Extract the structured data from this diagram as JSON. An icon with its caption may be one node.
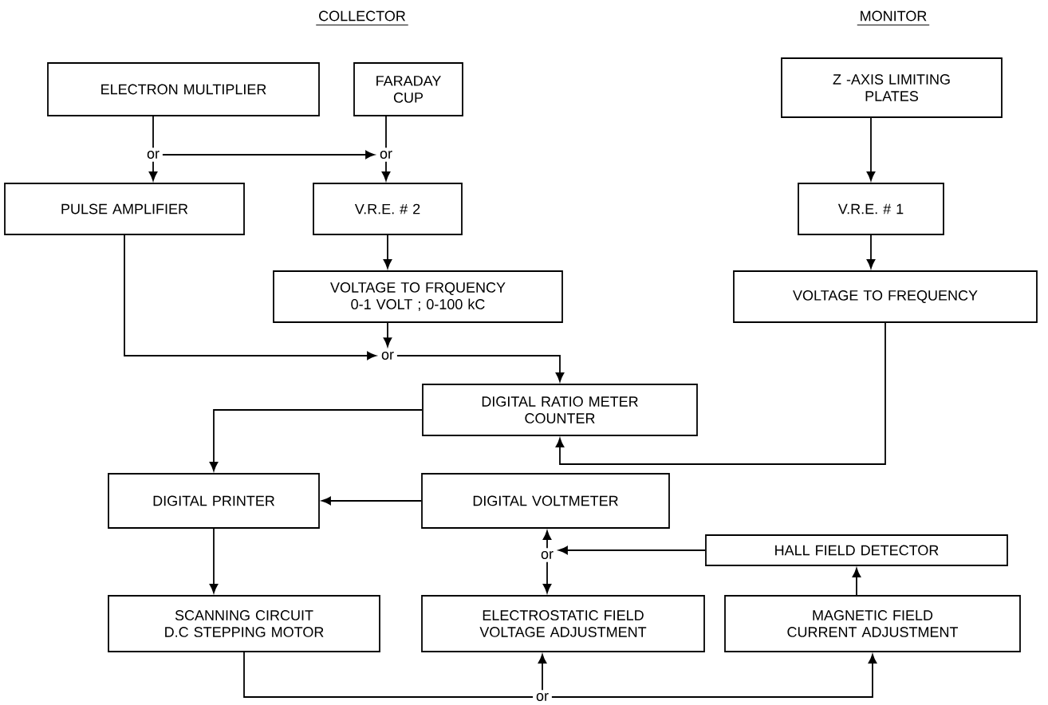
{
  "diagram": {
    "nodes": [
      {
        "text": [
          "ELECTRON MULTIPLIER"
        ]
      },
      {
        "text": [
          "FARADAY CUP"
        ]
      },
      {
        "text": [
          "Z -AXIS LIMITING PLATES"
        ]
      },
      {
        "text": [
          "or"
        ]
      },
      {
        "text": [
          "or"
        ]
      },
      {
        "text": [
          "PULSE AMPLIFIER"
        ]
      },
      {
        "text": [
          "V.R.E. # 2"
        ]
      },
      {
        "text": [
          "V.R.E. # 1"
        ]
      },
      {
        "text": [
          "VOLTAGE TO FRQUENCY",
          "0-1 VOLT ; 0-100 kC"
        ]
      },
      {
        "text": [
          "VOLTAGE TO FREQUENCY"
        ]
      },
      {
        "text": [
          "or"
        ]
      },
      {
        "text": [
          "DIGITAL RATIO METER",
          "COUNTER"
        ]
      },
      {
        "text": [
          "DIGITAL PRINTER"
        ]
      },
      {
        "text": [
          "DIGITAL VOLTMETER"
        ]
      },
      {
        "text": [
          "or"
        ]
      },
      {
        "text": [
          "HALL FIELD DETECTOR"
        ]
      },
      {
        "text": [
          "SCANNING CIRCUIT",
          "D.C STEPPING MOTOR"
        ]
      },
      {
        "text": [
          "ELECTROSTATIC FIELD VOLTAGE ADJUSTMENT"
        ]
      },
      {
        "text": [
          "MAGNETIC FIELD CURRENT ADJUSTMENT"
        ]
      },
      {
        "text": [
          "or"
        ]
      }
    ],
    "edges": [
      {
        "from": 0,
        "to": 3,
        "arrow": "none"
      },
      {
        "from": 1,
        "to": 4,
        "arrow": "none"
      },
      {
        "from": 3,
        "to": 5,
        "arrow": "to"
      },
      {
        "from": 3,
        "to": 4,
        "arrow": "to"
      },
      {
        "from": 4,
        "to": 6,
        "arrow": "to"
      },
      {
        "from": 6,
        "to": 8,
        "arrow": "to"
      },
      {
        "from": 2,
        "to": 7,
        "arrow": "to"
      },
      {
        "from": 7,
        "to": 9,
        "arrow": "to"
      },
      {
        "from": 8,
        "to": 10,
        "arrow": "to"
      },
      {
        "from": 5,
        "to": 10,
        "arrow": "to"
      },
      {
        "from": 10,
        "to": 11,
        "arrow": "to"
      },
      {
        "from": 9,
        "to": 11,
        "arrow": "to"
      },
      {
        "from": 11,
        "to": 12,
        "arrow": "to"
      },
      {
        "from": 13,
        "to": 12,
        "arrow": "to"
      },
      {
        "from": 12,
        "to": 16,
        "arrow": "to"
      },
      {
        "from": 14,
        "to": 13,
        "arrow": "to"
      },
      {
        "from": 15,
        "to": 14,
        "arrow": "to"
      },
      {
        "from": 14,
        "to": 17,
        "arrow": "to"
      },
      {
        "from": 18,
        "to": 15,
        "arrow": "to"
      },
      {
        "from": 16,
        "to": 19,
        "arrow": "none"
      },
      {
        "from": 19,
        "to": 17,
        "arrow": "to"
      },
      {
        "from": 19,
        "to": 18,
        "arrow": "to"
      }
    ],
    "labels": [
      "COLLECTOR",
      "MONITOR"
    ]
  }
}
